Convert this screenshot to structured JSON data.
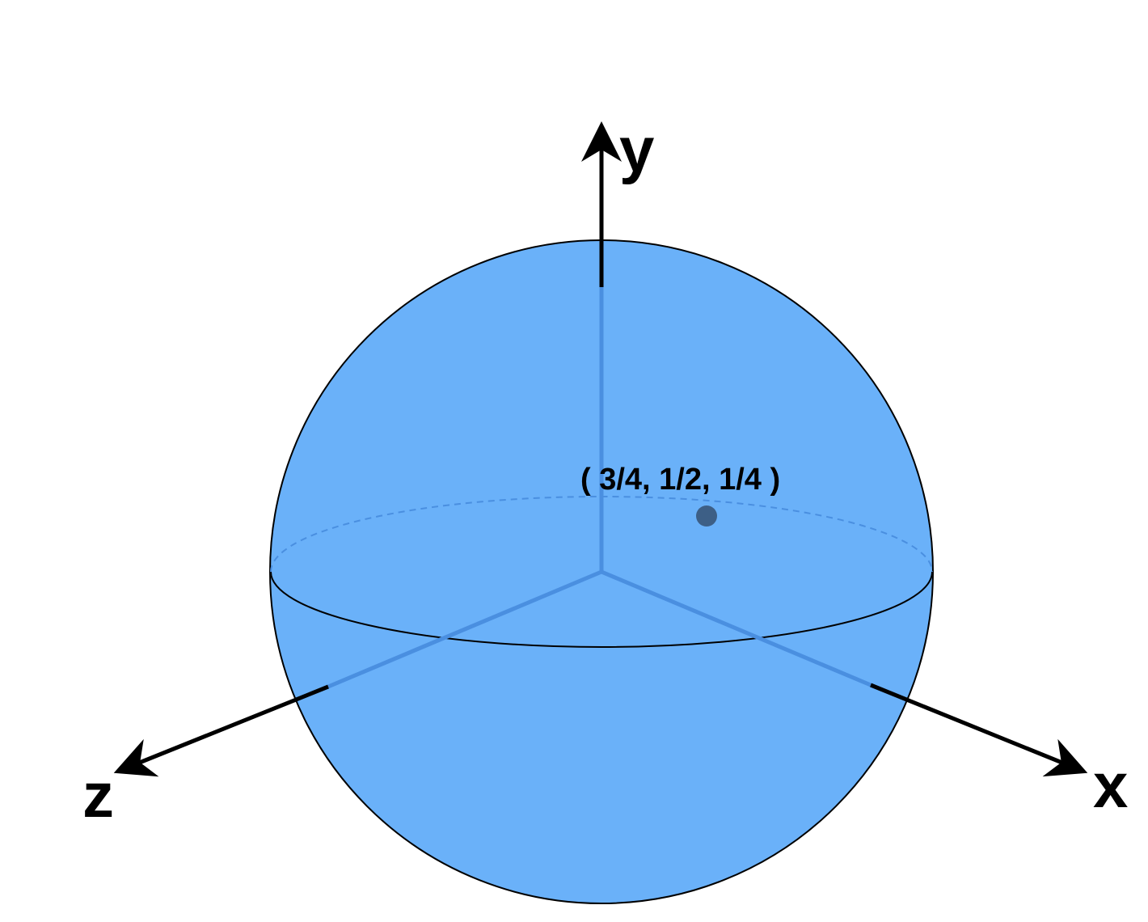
{
  "colors": {
    "sphere_fill": "#6ab1f9",
    "sphere_stroke": "#000000",
    "inner_axis": "#4a8fe0",
    "point": "#3d5f86",
    "equator_back": "#4a8fe0"
  },
  "axes": {
    "x_label": "x",
    "y_label": "y",
    "z_label": "z"
  },
  "point": {
    "label": "( 3/4, 1/2, 1/4 )",
    "coordinates": [
      "3/4",
      "1/2",
      "1/4"
    ]
  }
}
